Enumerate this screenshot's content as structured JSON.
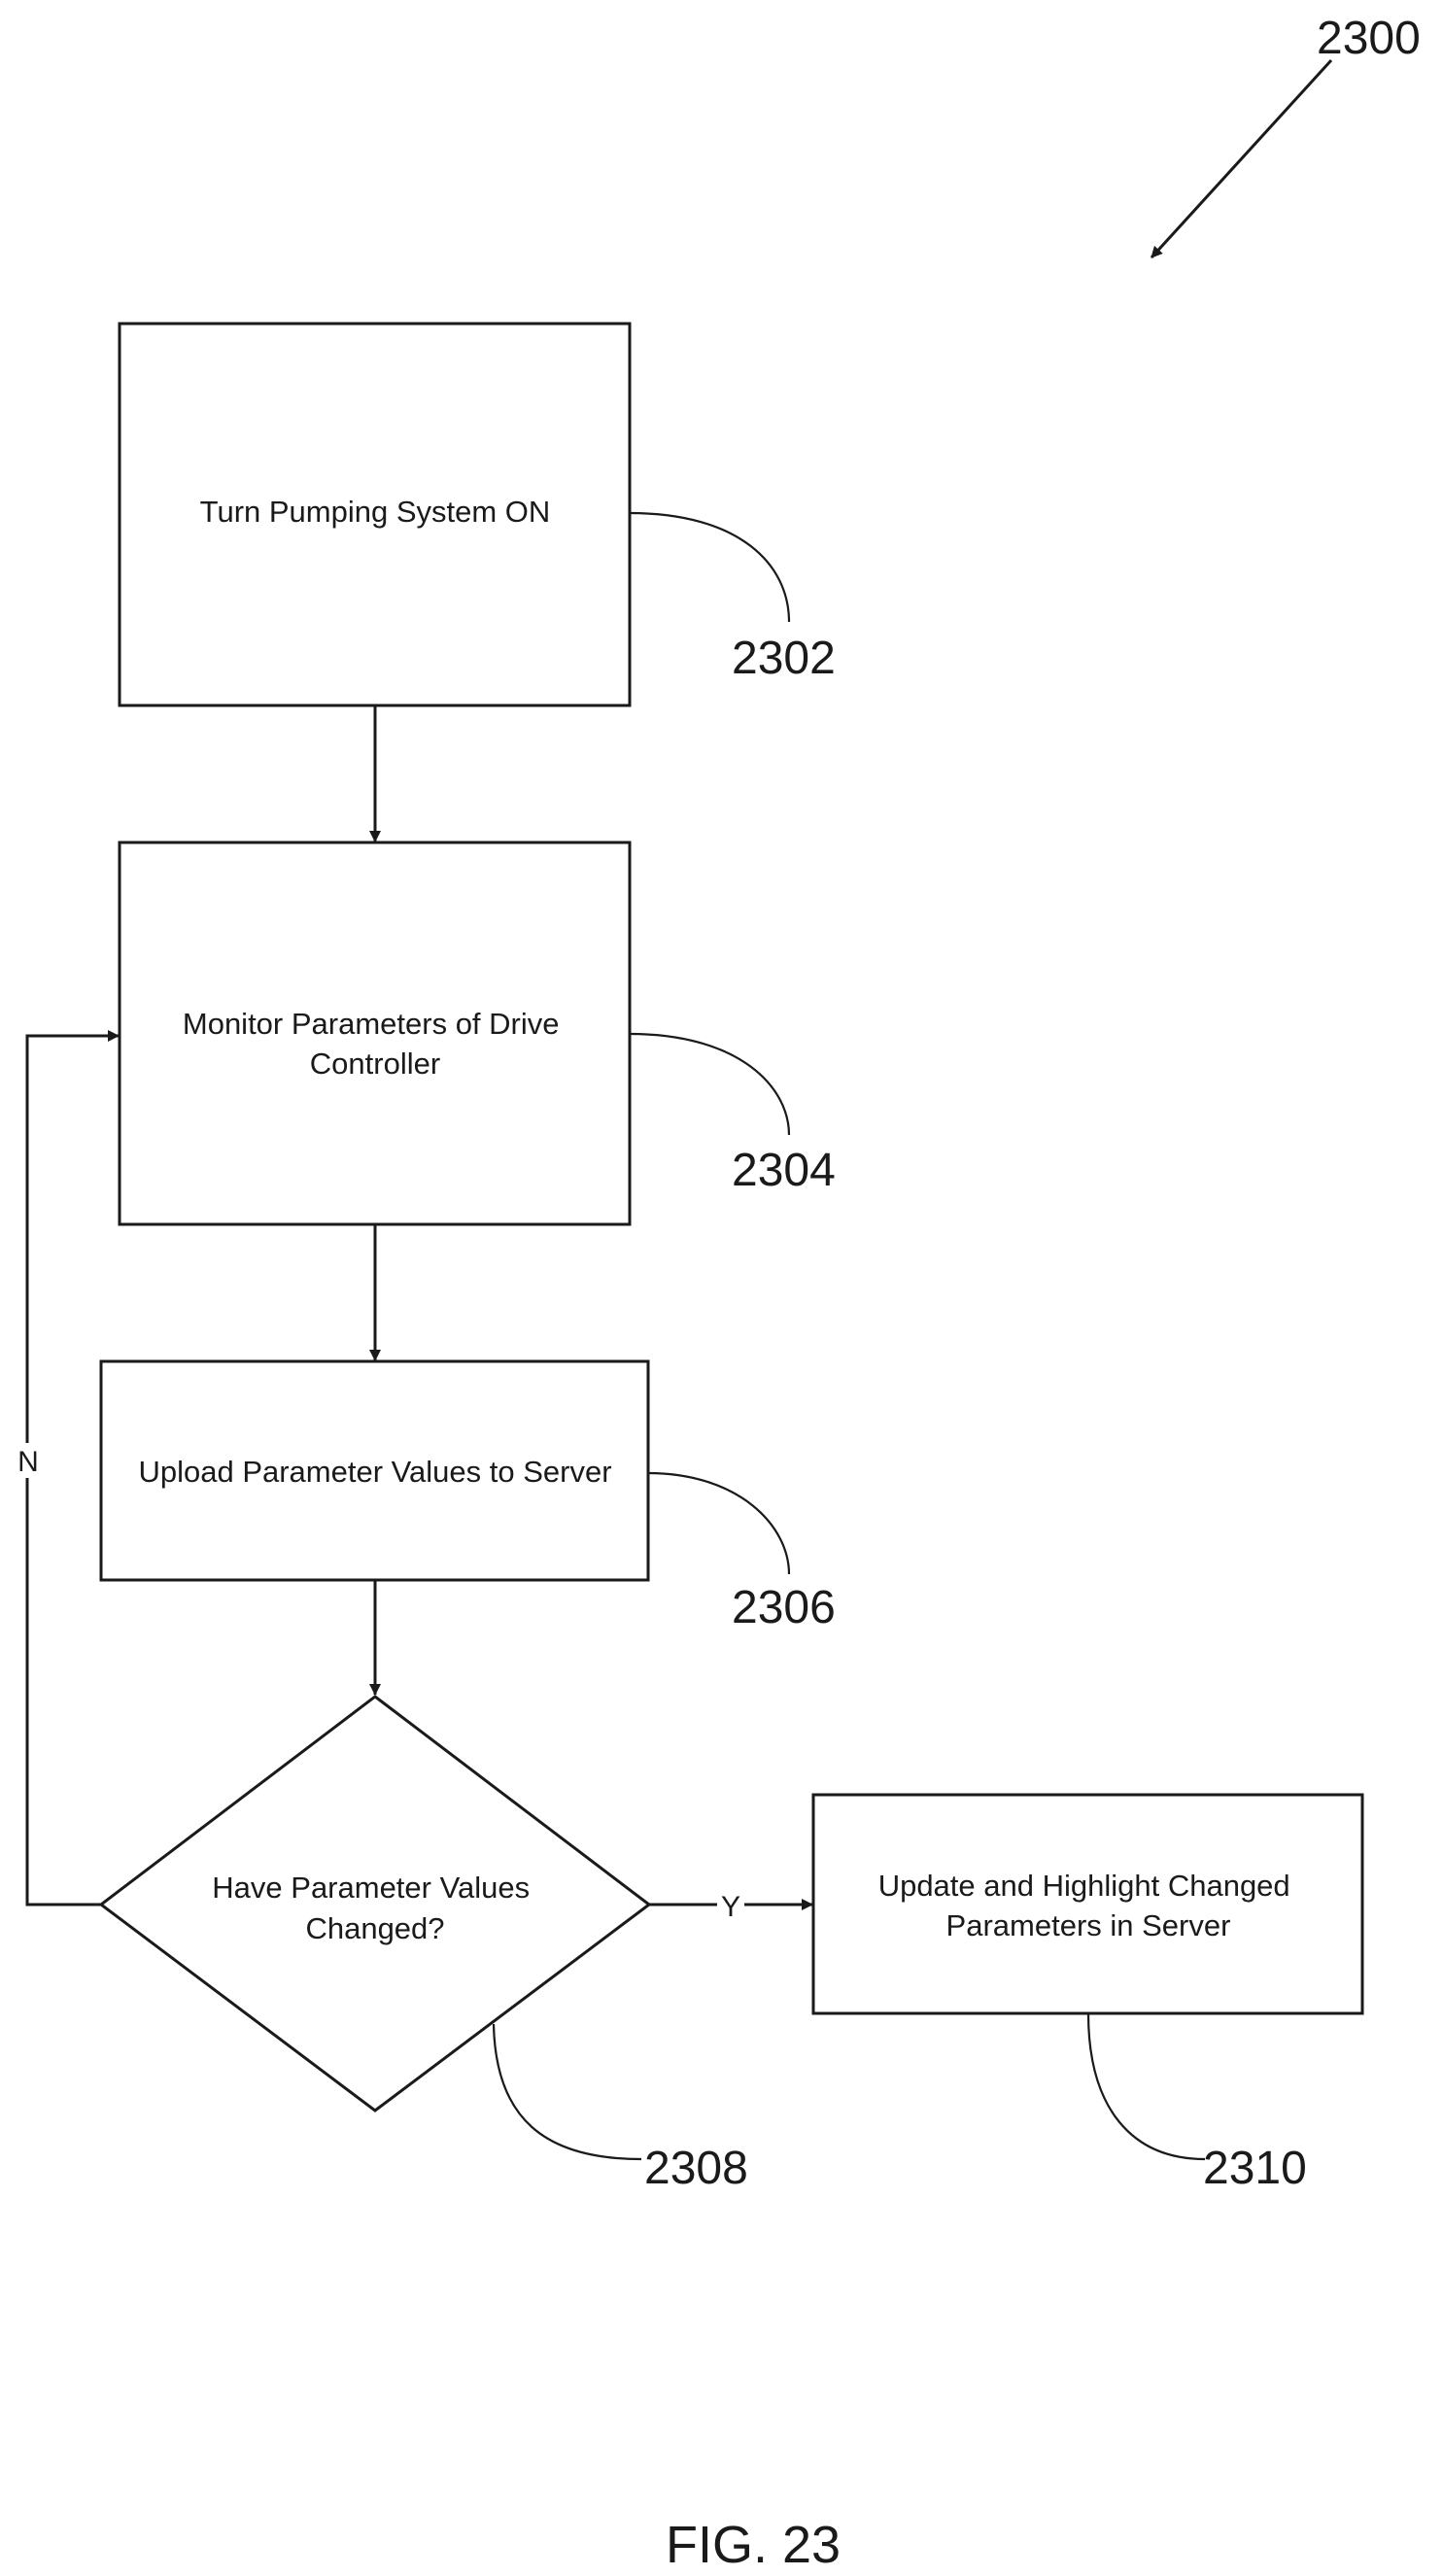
{
  "diagram_ref": "2300",
  "steps": {
    "s2302": {
      "lines": [
        "Turn Pumping System ON"
      ],
      "ref": "2302"
    },
    "s2304": {
      "lines": [
        "Monitor Parameters of Drive",
        "Controller"
      ],
      "ref": "2304"
    },
    "s2306": {
      "lines": [
        "Upload Parameter Values to Server"
      ],
      "ref": "2306"
    },
    "s2308": {
      "lines": [
        "Have Parameter Values",
        "Changed?"
      ],
      "ref": "2308"
    },
    "s2310": {
      "lines": [
        "Update and Highlight Changed",
        "Parameters in Server"
      ],
      "ref": "2310"
    }
  },
  "branches": {
    "no": "N",
    "yes": "Y"
  },
  "figure_caption": "FIG. 23"
}
